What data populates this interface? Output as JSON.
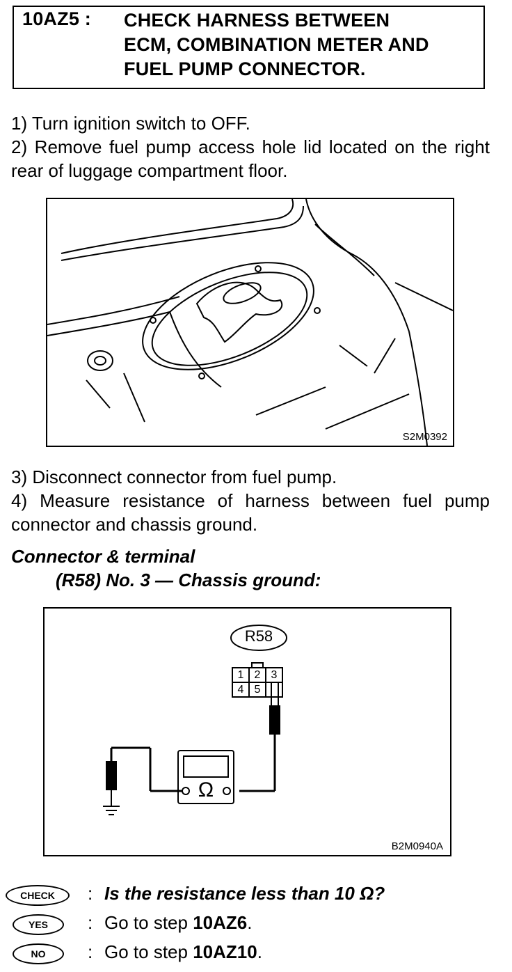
{
  "header": {
    "step_id": "10AZ5 :",
    "title_lines": [
      "CHECK HARNESS BETWEEN",
      "ECM, COMBINATION METER AND",
      "FUEL PUMP CONNECTOR."
    ]
  },
  "instructions_1": [
    "1) Turn ignition switch to OFF.",
    "2) Remove fuel pump access hole lid located on the right rear of luggage compartment floor."
  ],
  "figure1": {
    "code": "S2M0392"
  },
  "instructions_2": [
    "3) Disconnect connector from fuel pump.",
    "4) Measure resistance of harness between fuel pump connector and chassis ground."
  ],
  "connector_terminal": {
    "heading": "Connector & terminal",
    "spec": "(R58) No. 3 — Chassis ground:"
  },
  "figure2": {
    "connector_label": "R58",
    "pins": [
      "1",
      "2",
      "3",
      "4",
      "5"
    ],
    "meter_symbol": "Ω",
    "code": "B2M0940A"
  },
  "check": {
    "badge": "CHECK",
    "question": "Is the resistance less than 10 Ω?"
  },
  "yes": {
    "badge": "YES",
    "text": "Go to step ",
    "target": "10AZ6",
    "suffix": "."
  },
  "no": {
    "badge": "NO",
    "text": "Go to step ",
    "target": "10AZ10",
    "suffix": "."
  }
}
